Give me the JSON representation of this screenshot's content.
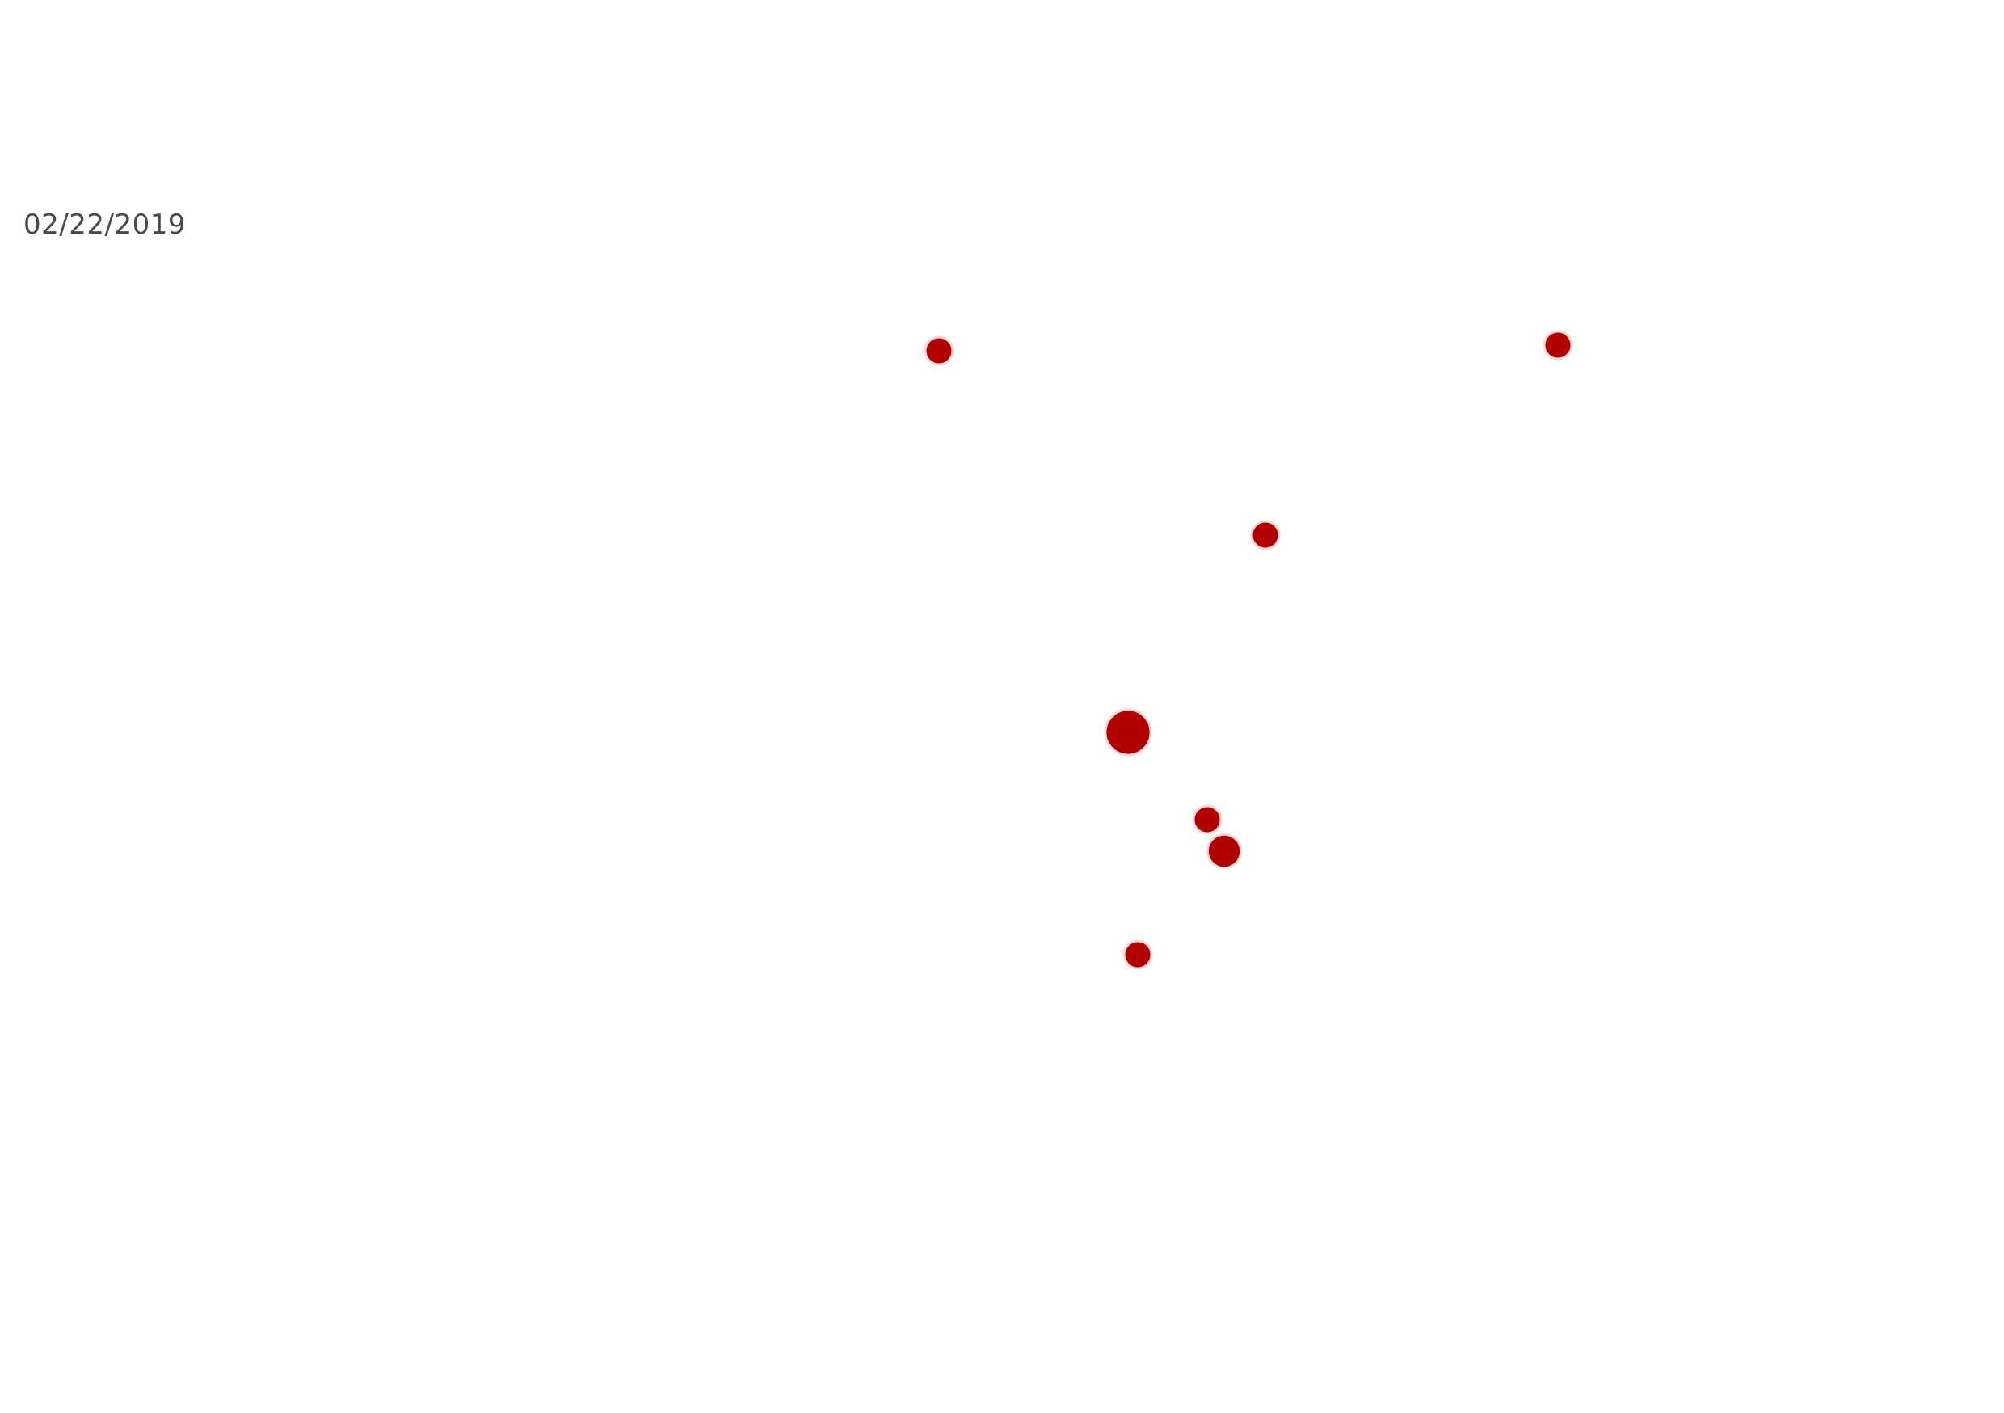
{
  "date": "02/22/2019",
  "marker_color": "#b00000",
  "markers": [
    {
      "id": "marker-1",
      "magnitude": 1
    },
    {
      "id": "marker-2",
      "magnitude": 1
    },
    {
      "id": "marker-3",
      "magnitude": 1
    },
    {
      "id": "marker-4",
      "magnitude": 5
    },
    {
      "id": "marker-5",
      "magnitude": 1
    },
    {
      "id": "marker-6",
      "magnitude": 2
    },
    {
      "id": "marker-7",
      "magnitude": 1
    }
  ]
}
